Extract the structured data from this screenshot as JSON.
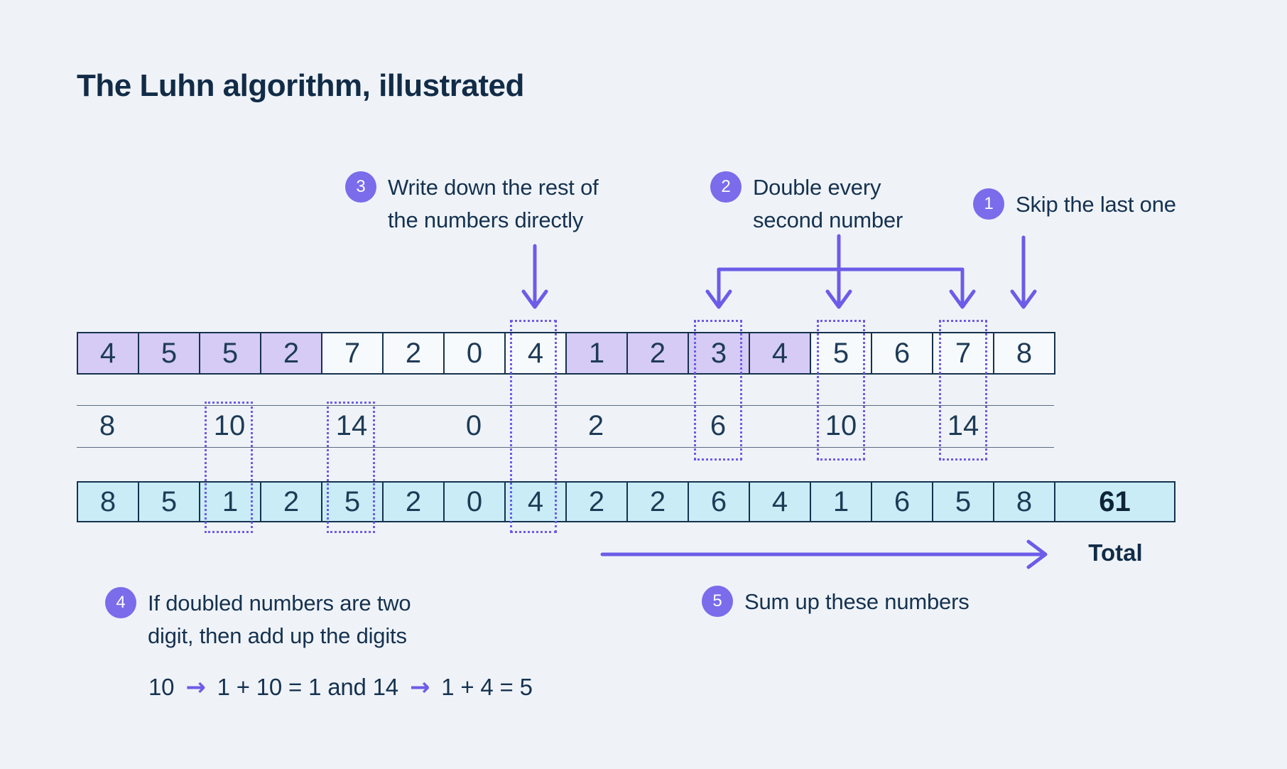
{
  "title": "The Luhn algorithm, illustrated",
  "steps": {
    "s1": {
      "num": "1",
      "label": "Skip the last one"
    },
    "s2": {
      "num": "2",
      "label": "Double every second number"
    },
    "s3": {
      "num": "3",
      "label": "Write down the rest of the numbers directly"
    },
    "s4": {
      "num": "4",
      "label": "If doubled numbers are two digit, then add up the digits"
    },
    "s5": {
      "num": "5",
      "label": "Sum up these numbers"
    }
  },
  "card_row": {
    "digits": [
      "4",
      "5",
      "5",
      "2",
      "7",
      "2",
      "0",
      "4",
      "1",
      "2",
      "3",
      "4",
      "5",
      "6",
      "7",
      "8"
    ]
  },
  "doubled_row": {
    "values": [
      "8",
      "10",
      "14",
      "0",
      "2",
      "6",
      "10",
      "14"
    ]
  },
  "result_row": {
    "digits": [
      "8",
      "5",
      "1",
      "2",
      "5",
      "2",
      "0",
      "4",
      "2",
      "2",
      "6",
      "4",
      "1",
      "6",
      "5",
      "8"
    ],
    "total": "61"
  },
  "total_label": "Total",
  "formula": {
    "lead": "10",
    "arrow": "→",
    "mid": "1 + 10 = 1 and 14",
    "tail": "1 + 4 = 5"
  },
  "colors": {
    "background": "#EFF3F8",
    "navy_text": "#16324F",
    "accent_purple": "#6C5CE8",
    "badge_purple": "#7A6CEA",
    "purple_cell": "#D5CBF4",
    "cyan_cell": "#C9ECF6",
    "cell_border": "#16324F"
  }
}
